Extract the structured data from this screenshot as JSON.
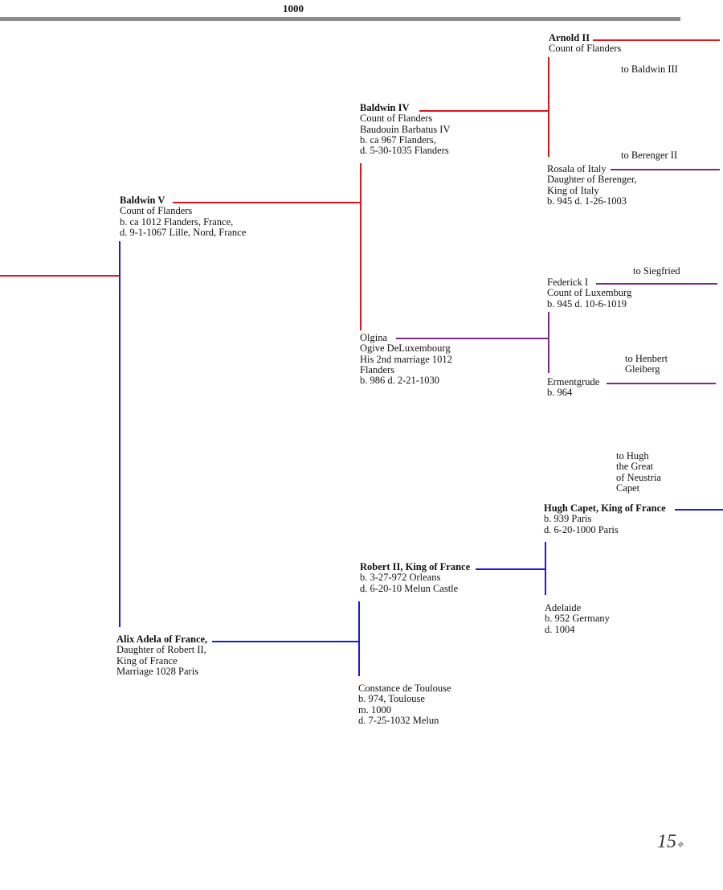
{
  "header": {
    "year": "1000"
  },
  "people": {
    "baldwin_v": {
      "name": "Baldwin V",
      "lines": [
        "Count of Flanders",
        "b. ca 1012 Flanders, France,",
        "d. 9-1-1067 Lille, Nord, France"
      ]
    },
    "baldwin_iv": {
      "name": "Baldwin IV",
      "lines": [
        "Count of Flanders",
        "Baudouin Barbatus IV",
        "b. ca 967 Flanders,",
        "d. 5-30-1035 Flanders"
      ]
    },
    "arnold_ii": {
      "name": "Arnold II",
      "lines": [
        "Count of Flanders"
      ]
    },
    "rosala": {
      "name": "Rosala of Italy",
      "lines": [
        "Daughter of Berenger,",
        "King of Italy",
        "b. 945   d. 1-26-1003"
      ]
    },
    "olgina": {
      "name": "Olgina",
      "lines": [
        "Ogive DeLuxembourg",
        "His 2nd marriage 1012",
        "Flanders",
        "b. 986  d. 2-21-1030"
      ]
    },
    "federick": {
      "name": "Federick I",
      "lines": [
        "Count of Luxemburg",
        "b. 945   d. 10-6-1019"
      ]
    },
    "ermentgrude": {
      "name": "Ermentgrude",
      "lines": [
        "b. 964"
      ]
    },
    "alix": {
      "name": "Alix Adela of France,",
      "lines": [
        "Daughter of Robert II,",
        "King of France",
        "Marriage 1028 Paris"
      ]
    },
    "robert_ii": {
      "name": "Robert II, King of France",
      "lines": [
        "b. 3-27-972 Orleans",
        "d. 6-20-10 Melun Castle"
      ]
    },
    "constance": {
      "name": "Constance de Toulouse",
      "lines": [
        "b. 974, Toulouse",
        "m. 1000",
        "d. 7-25-1032 Melun"
      ]
    },
    "hugh_capet": {
      "name": "Hugh Capet, King of France",
      "lines": [
        "b. 939 Paris",
        "d. 6-20-1000 Paris"
      ]
    },
    "adelaide": {
      "name": "Adelaide",
      "lines": [
        "b. 952 Germany",
        "d. 1004"
      ]
    }
  },
  "refs": {
    "baldwin_iii": "to Baldwin III",
    "berenger_ii": "to Berenger II",
    "siegfried": "to Siegfried",
    "henbert": [
      "to Henbert",
      "Gleiberg"
    ],
    "hugh_great": [
      "to Hugh",
      "the Great",
      "of Neustria",
      "Capet"
    ]
  },
  "footer": {
    "page_number": "15"
  },
  "colors": {
    "paternal": "#e0141e",
    "maternal": "#1a1ae0",
    "other": "#7a2a85",
    "bar": "#8c8c8c"
  }
}
